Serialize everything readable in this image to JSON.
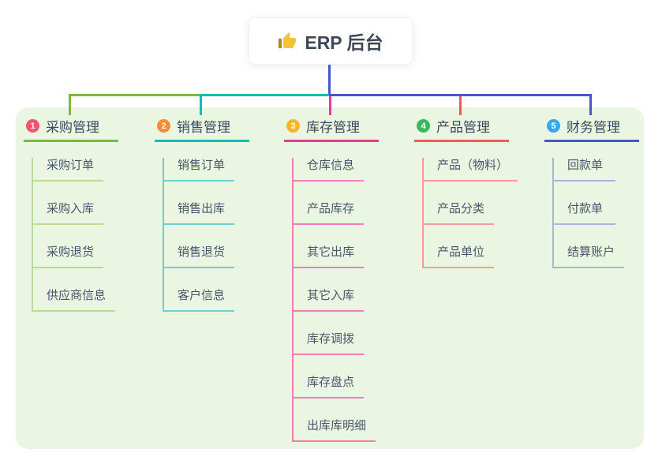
{
  "root": {
    "label": "ERP 后台",
    "icon": "thumbs-up"
  },
  "panel_color": "#eaf6e2",
  "trunk_color": "#4558c9",
  "branches": [
    {
      "num": "1",
      "title": "采购管理",
      "line_color": "#7cb93e",
      "child_line_color": "#b9dc96",
      "badge_color": "#f4536e",
      "children": [
        "采购订单",
        "采购入库",
        "采购退货",
        "供应商信息"
      ]
    },
    {
      "num": "2",
      "title": "销售管理",
      "line_color": "#13bdb4",
      "child_line_color": "#6fd0c9",
      "badge_color": "#fa8c35",
      "children": [
        "销售订单",
        "销售出库",
        "销售退货",
        "客户信息"
      ]
    },
    {
      "num": "3",
      "title": "库存管理",
      "line_color": "#e23e96",
      "child_line_color": "#f07eb8",
      "badge_color": "#f7b52c",
      "children": [
        "仓库信息",
        "产品库存",
        "其它出库",
        "其它入库",
        "库存调拨",
        "库存盘点",
        "出库库明细"
      ]
    },
    {
      "num": "4",
      "title": "产品管理",
      "line_color": "#f25a5a",
      "child_line_color": "#f79a9a",
      "badge_color": "#3cb95c",
      "children": [
        "产品（物料）",
        "产品分类",
        "产品单位"
      ]
    },
    {
      "num": "5",
      "title": "财务管理",
      "line_color": "#4558c9",
      "child_line_color": "#a3b5dd",
      "badge_color": "#38a8e8",
      "children": [
        "回款单",
        "付款单",
        "结算账户"
      ]
    }
  ]
}
